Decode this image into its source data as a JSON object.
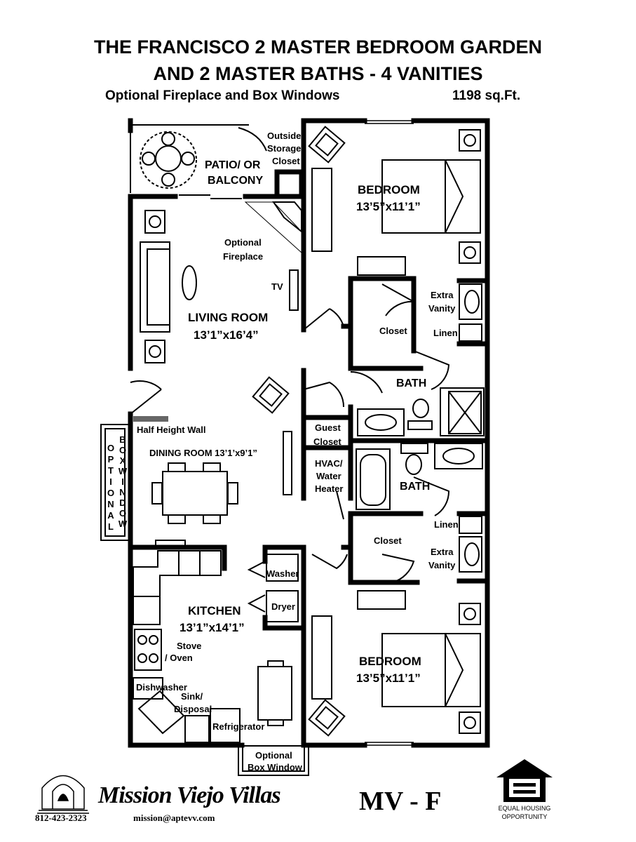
{
  "header": {
    "title_line1": "THE FRANCISCO 2 MASTER BEDROOM GARDEN",
    "title_line2": "AND 2 MASTER BATHS - 4 VANITIES",
    "subtitle": "Optional Fireplace and Box Windows",
    "sqft": "1198 sq.Ft."
  },
  "rooms": {
    "outside_storage_1": "Outside",
    "outside_storage_2": "Storage",
    "outside_storage_3": "Closet",
    "patio_1": "PATIO/ OR",
    "patio_2": "BALCONY",
    "fireplace_1": "Optional",
    "fireplace_2": "Fireplace",
    "tv": "TV",
    "living_room": "LIVING ROOM",
    "living_room_size": "13’1”x16’4”",
    "bedroom1": "BEDROOM",
    "bedroom1_size": "13’5”x11’1”",
    "extra_vanity1_1": "Extra",
    "extra_vanity1_2": "Vanity",
    "closet1": "Closet",
    "linen1": "Linen",
    "bath1": "BATH",
    "guest_closet_1": "Guest",
    "guest_closet_2": "Closet",
    "half_wall": "Half Height Wall",
    "dining_room": "DINING ROOM 13’1’x9’1”",
    "box_window_left_col1": "OPTIONAL",
    "box_window_left_col2": "BOXWINDOW",
    "hvac_1": "HVAC/",
    "hvac_2": "Water",
    "hvac_3": "Heater",
    "bath2": "BATH",
    "linen2": "Linen",
    "closet2": "Closet",
    "extra_vanity2_1": "Extra",
    "extra_vanity2_2": "Vanity",
    "washer": "Washer",
    "dryer": "Dryer",
    "kitchen": "KITCHEN",
    "kitchen_size": "13’1”x14’1”",
    "stove_1": "Stove",
    "stove_2": "/ Oven",
    "dishwasher": "Dishwasher",
    "sink_1": "Sink/",
    "sink_2": "Disposal",
    "refrigerator": "Refrigerator",
    "bedroom2": "BEDROOM",
    "bedroom2_size": "13’5”x11’1”",
    "box_window_bottom_1": "Optional",
    "box_window_bottom_2": "Box Window"
  },
  "footer": {
    "brand": "Mission Viejo Villas",
    "phone": "812-423-2323",
    "email": "mission@aptevv.com",
    "plan_code": "MV - F",
    "eho_line1": "EQUAL HOUSING",
    "eho_line2": "OPPORTUNITY"
  }
}
